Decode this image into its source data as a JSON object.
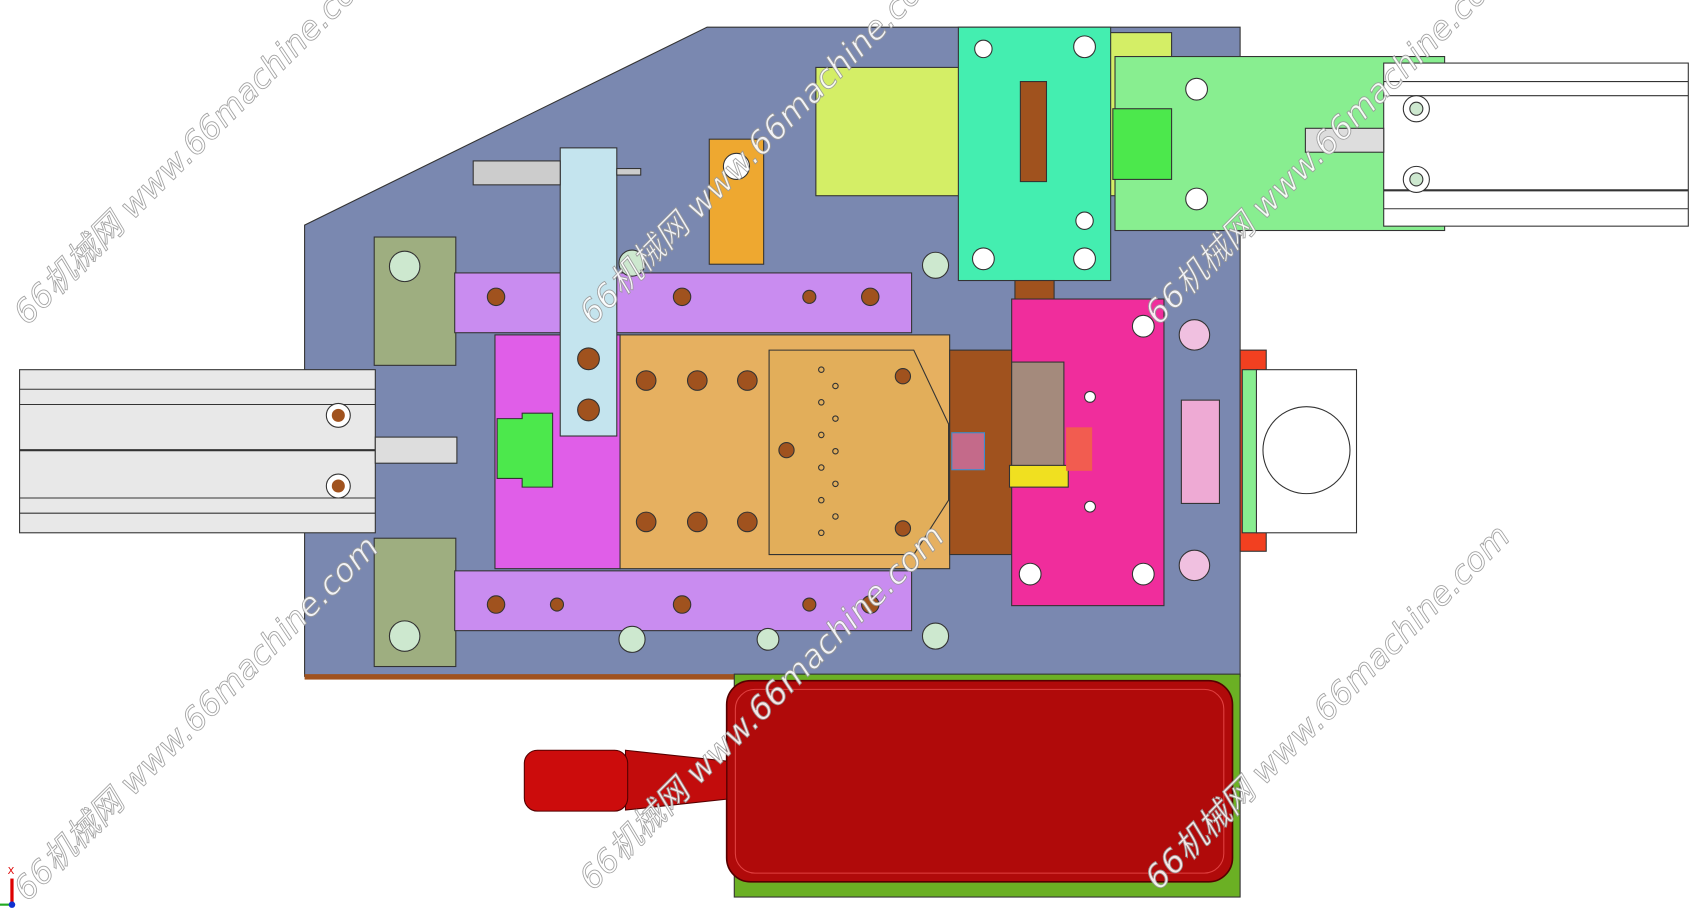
{
  "viewport": {
    "kind": "CAD assembly view (top view of fixture)"
  },
  "watermark": {
    "text": "66机械网 www.66machine.com"
  },
  "triad": {
    "x_label": "X"
  },
  "colors": {
    "base_plate": "#7a88b0",
    "rail_purple": "#c98cf0",
    "slider_magenta": "#e05ee8",
    "wood_block": "#e6b060",
    "mint_block": "#44eeb0",
    "lime_block": "#d4ee66",
    "green_plate": "#88ee90",
    "pink_block": "#f02d9c",
    "handle_red": "#b00a0a",
    "cylinder_gray": "#e8e8e8"
  }
}
